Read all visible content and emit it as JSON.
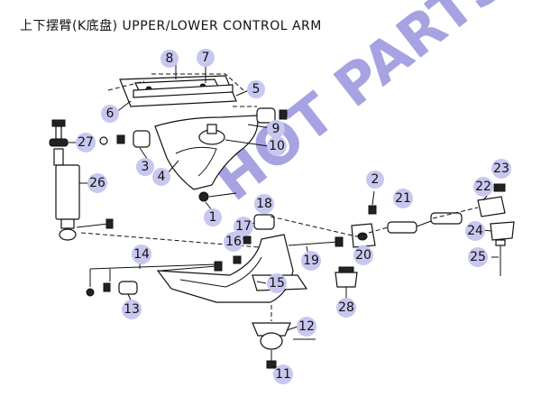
{
  "title": "上下摆臂(K底盘)  UPPER/LOWER CONTROL ARM",
  "watermark": "HOT PARTS",
  "colors": {
    "bubble": "#c7c7ef",
    "watermark": "#8a84d8",
    "line": "#111111"
  },
  "callouts": [
    "1",
    "2",
    "4",
    "5",
    "6",
    "7",
    "8",
    "9",
    "10",
    "11",
    "12",
    "13",
    "14",
    "15",
    "16",
    "17",
    "18",
    "19",
    "20",
    "21",
    "22",
    "23",
    "24",
    "25",
    "26",
    "27",
    "28",
    "3"
  ]
}
